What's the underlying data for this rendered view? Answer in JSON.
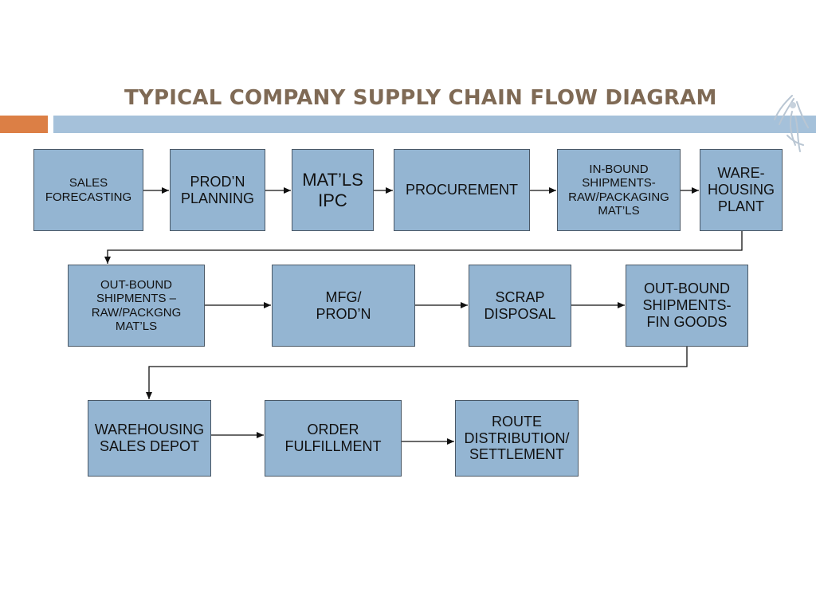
{
  "title": "TYPICAL COMPANY SUPPLY CHAIN FLOW DIAGRAM",
  "colors": {
    "title": "#7f6a55",
    "accent_orange": "#dc7f45",
    "accent_blue": "#a5c1da",
    "box_fill": "#94b5d2",
    "box_border": "#4a5866"
  },
  "logo_icon": "eagle-icon",
  "rows": [
    {
      "nodes": [
        {
          "id": "sales-forecasting",
          "label": "SALES\nFORECASTING"
        },
        {
          "id": "prodn-planning",
          "label": "PROD’N\nPLANNING"
        },
        {
          "id": "matls-ipc",
          "label": "MAT’LS\nIPC"
        },
        {
          "id": "procurement",
          "label": "PROCUREMENT"
        },
        {
          "id": "inbound-shipments",
          "label": "IN-BOUND\nSHIPMENTS-\nRAW/PACKAGING\nMAT’LS"
        },
        {
          "id": "warehousing-plant",
          "label": "WARE-\nHOUSING\nPLANT"
        }
      ]
    },
    {
      "nodes": [
        {
          "id": "outbound-shipments-raw",
          "label": "OUT-BOUND\nSHIPMENTS –\nRAW/PACKGNG\nMAT’LS"
        },
        {
          "id": "mfg-prodn",
          "label": "MFG/\nPROD’N"
        },
        {
          "id": "scrap-disposal",
          "label": "SCRAP\nDISPOSAL"
        },
        {
          "id": "outbound-shipments-fin",
          "label": "OUT-BOUND\nSHIPMENTS-\nFIN GOODS"
        }
      ]
    },
    {
      "nodes": [
        {
          "id": "warehousing-sales-depot",
          "label": "WAREHOUSING\nSALES DEPOT"
        },
        {
          "id": "order-fulfillment",
          "label": "ORDER\nFULFILLMENT"
        },
        {
          "id": "route-distribution",
          "label": "ROUTE\nDISTRIBUTION/\nSETTLEMENT"
        }
      ]
    }
  ],
  "edges": [
    {
      "from": "sales-forecasting",
      "to": "prodn-planning"
    },
    {
      "from": "prodn-planning",
      "to": "matls-ipc"
    },
    {
      "from": "matls-ipc",
      "to": "procurement"
    },
    {
      "from": "procurement",
      "to": "inbound-shipments"
    },
    {
      "from": "inbound-shipments",
      "to": "warehousing-plant"
    },
    {
      "from": "warehousing-plant",
      "to": "outbound-shipments-raw"
    },
    {
      "from": "outbound-shipments-raw",
      "to": "mfg-prodn"
    },
    {
      "from": "mfg-prodn",
      "to": "scrap-disposal"
    },
    {
      "from": "scrap-disposal",
      "to": "outbound-shipments-fin"
    },
    {
      "from": "outbound-shipments-fin",
      "to": "warehousing-sales-depot"
    },
    {
      "from": "warehousing-sales-depot",
      "to": "order-fulfillment"
    },
    {
      "from": "order-fulfillment",
      "to": "route-distribution"
    }
  ]
}
